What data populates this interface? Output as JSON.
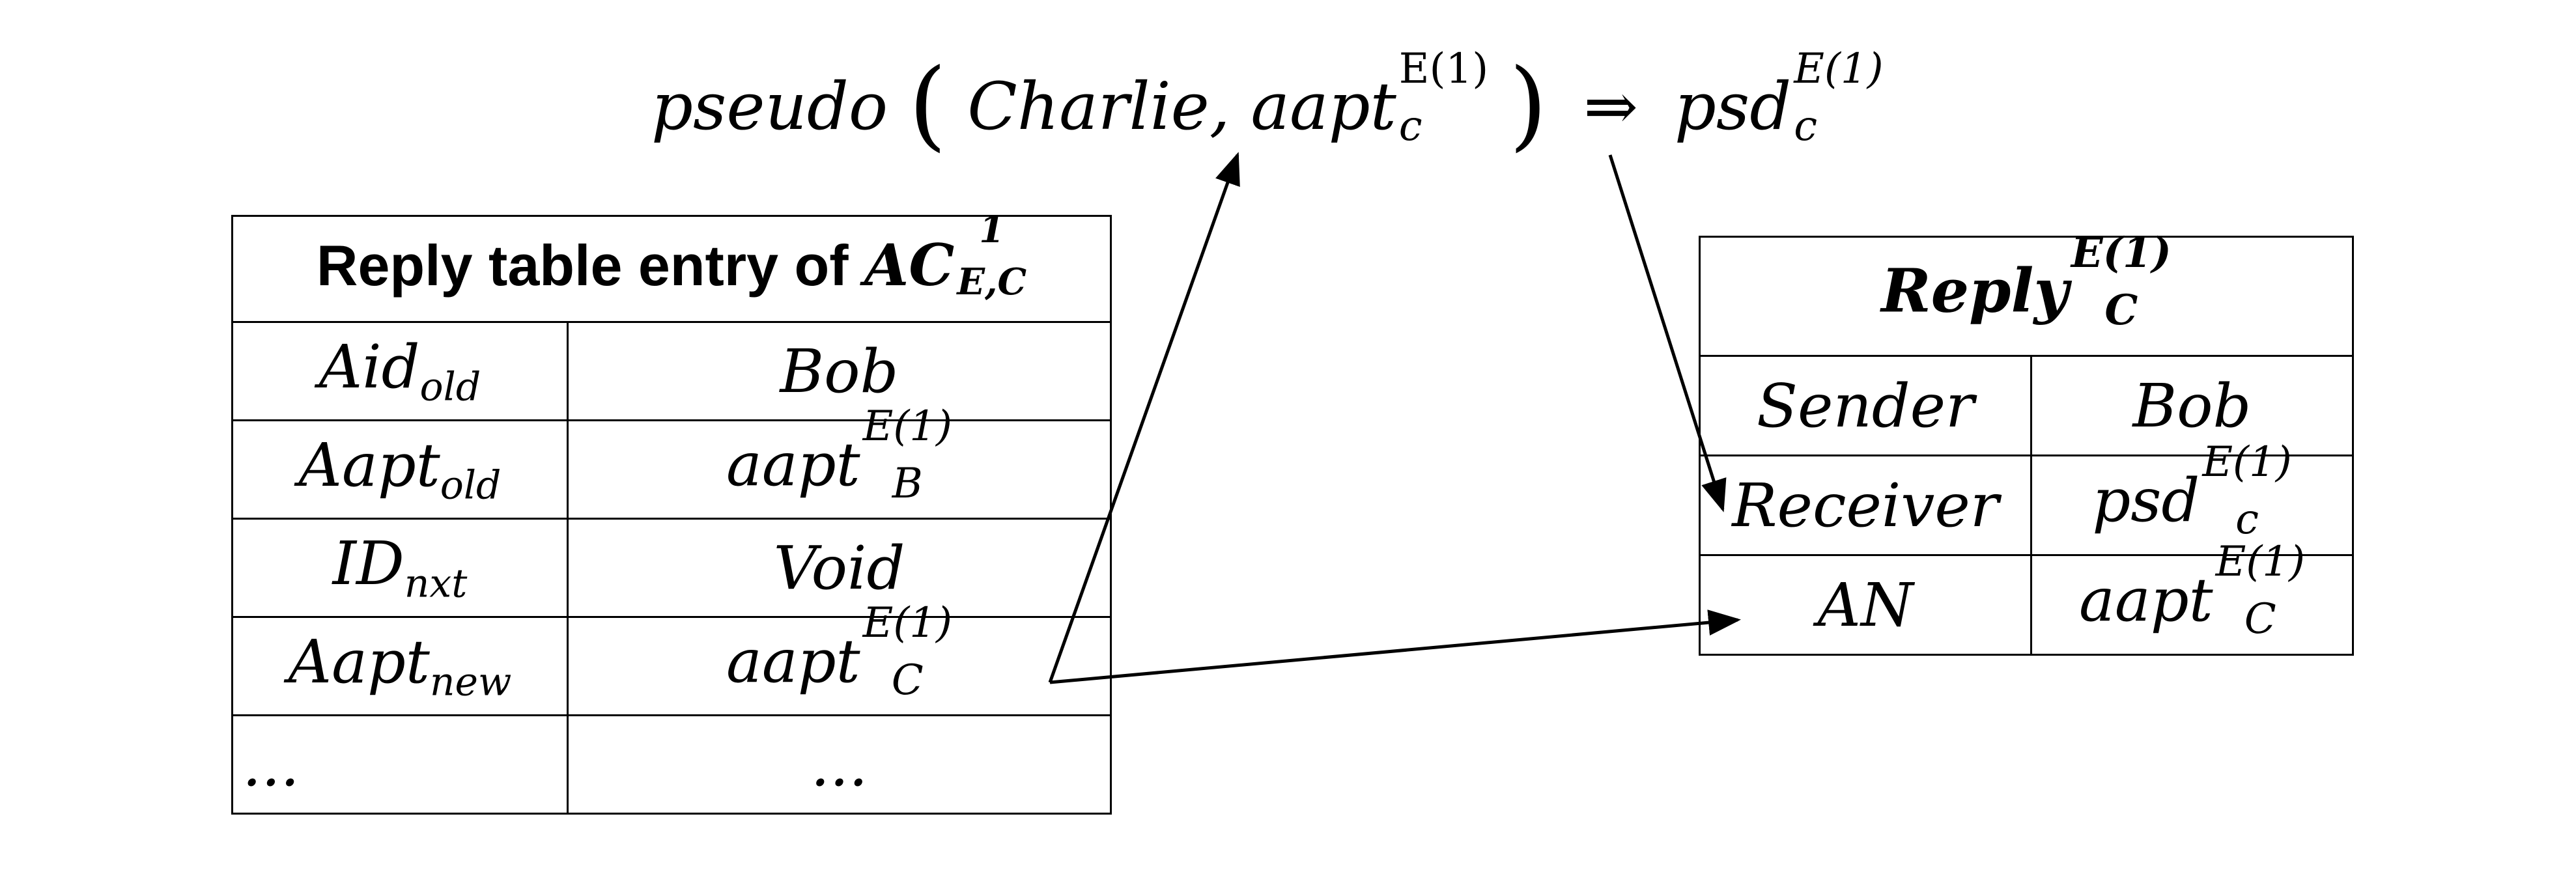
{
  "formula": {
    "func": "pseudo",
    "arg1": "Charlie,",
    "arg2": "aapt",
    "arg2_sub": "c",
    "arg2_sup": "E(1)",
    "implies": "⇒",
    "result": "psd",
    "result_sub": "c",
    "result_sup": "E(1)"
  },
  "left_table": {
    "title_text": "Reply table entry of ",
    "title_math": "AC",
    "title_sup": "1",
    "title_sub": "E,C",
    "rows": [
      {
        "key": "Aid",
        "key_sub": "old",
        "val": "Bob",
        "val_sub": "",
        "val_sup": ""
      },
      {
        "key": "Aapt",
        "key_sub": "old",
        "val": "aapt",
        "val_sub": "B",
        "val_sup": "E(1)"
      },
      {
        "key": "ID",
        "key_sub": "nxt",
        "val": "Void",
        "val_sub": "",
        "val_sup": ""
      },
      {
        "key": "Aapt",
        "key_sub": "new",
        "val": "aapt",
        "val_sub": "C",
        "val_sup": "E(1)"
      },
      {
        "key": "...",
        "key_sub": "",
        "val": "...",
        "val_sub": "",
        "val_sup": ""
      }
    ]
  },
  "right_table": {
    "title": "Reply",
    "title_sub": "C",
    "title_sup": "E(1)",
    "rows": [
      {
        "key": "Sender",
        "val": "Bob",
        "val_sub": "",
        "val_sup": ""
      },
      {
        "key": "Receiver",
        "val": "psd",
        "val_sub": "c",
        "val_sup": "E(1)"
      },
      {
        "key": "AN",
        "val": "aapt",
        "val_sub": "C",
        "val_sup": "E(1)"
      }
    ]
  },
  "colors": {
    "line": "#000000",
    "background": "#ffffff"
  }
}
